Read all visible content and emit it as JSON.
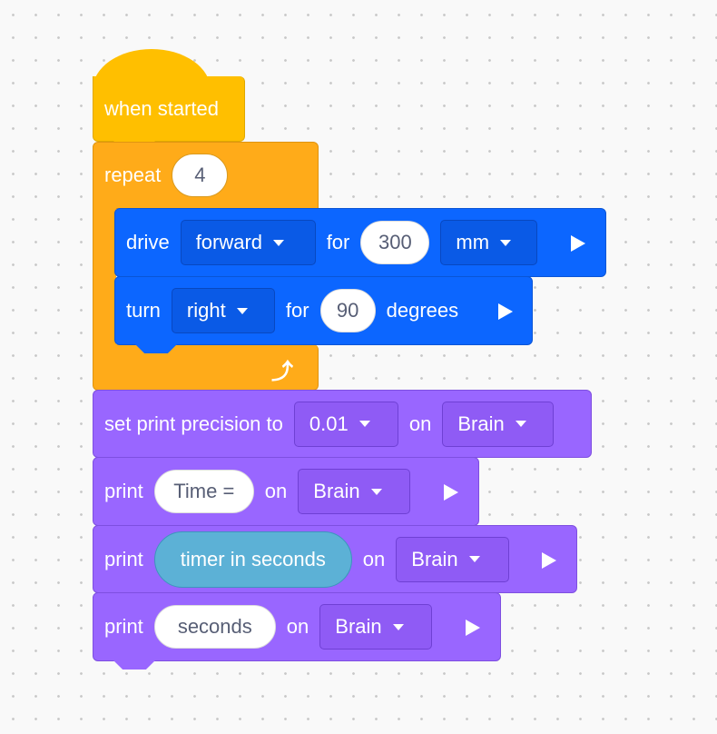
{
  "hat": {
    "label": "when started"
  },
  "repeat": {
    "label": "repeat",
    "count": "4"
  },
  "drive": {
    "label": "drive",
    "direction": "forward",
    "for": "for",
    "distance": "300",
    "units": "mm"
  },
  "turn": {
    "label": "turn",
    "direction": "right",
    "for": "for",
    "angle": "90",
    "units": "degrees"
  },
  "precision": {
    "label": "set print precision to",
    "value": "0.01",
    "on": "on",
    "device": "Brain"
  },
  "print1": {
    "label": "print",
    "text": "Time =",
    "on": "on",
    "device": "Brain"
  },
  "print2": {
    "label": "print",
    "reporter": "timer in seconds",
    "on": "on",
    "device": "Brain"
  },
  "print3": {
    "label": "print",
    "text": "seconds",
    "on": "on",
    "device": "Brain"
  },
  "colors": {
    "events": "#ffbf00",
    "control": "#ffab19",
    "motion": "#0c66ff",
    "looks": "#9966ff",
    "sensing": "#5cb1d6"
  }
}
